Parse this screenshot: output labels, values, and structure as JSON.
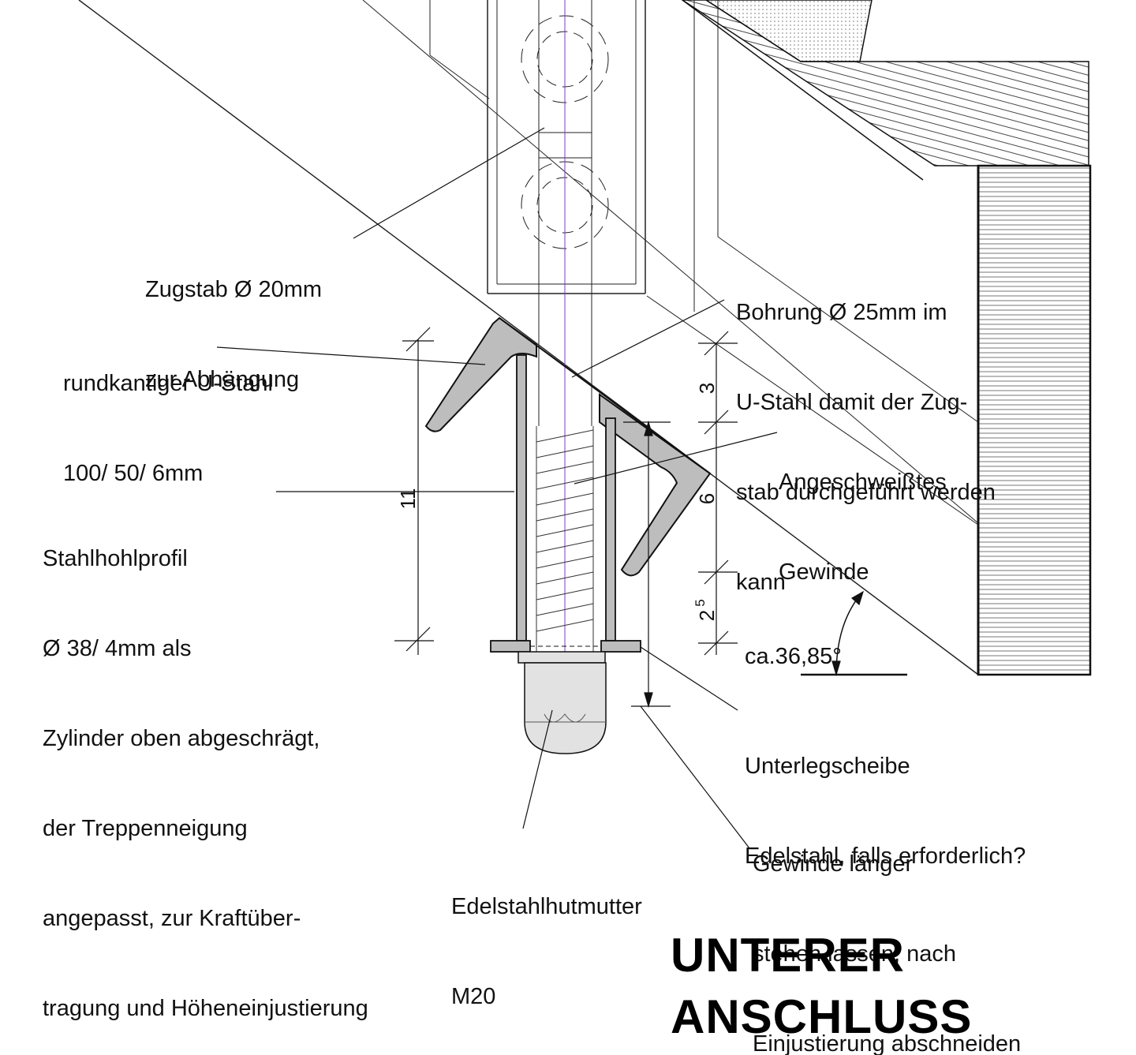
{
  "title": {
    "line1": "UNTERER",
    "line2": "ANSCHLUSS"
  },
  "labels": {
    "zugstab": [
      "Zugstab Ø 20mm",
      "zur Abhängung"
    ],
    "u_stahl": [
      "rundkantiger U-Stahl",
      "100/ 50/ 6mm"
    ],
    "bohrung": [
      "Bohrung Ø 25mm im",
      "U-Stahl damit der Zug-",
      "stab durchgeführt werden",
      "kann"
    ],
    "gewinde_geschweisst": [
      "Angeschweißtes",
      "Gewinde"
    ],
    "stahlhohlprofil": [
      "Stahlhohlprofil",
      "Ø 38/ 4mm als",
      "Zylinder oben abgeschrägt,",
      "der Treppenneigung",
      "angepasst, zur Kraftüber-",
      "tragung und Höheneinjustierung"
    ],
    "unterlegscheibe": [
      "Unterlegscheibe",
      "Edelstahl, falls erforderlich?"
    ],
    "gewinde_laenger": [
      "Gewinde länger",
      "stehen lassen, nach",
      "Einjustierung abschneiden"
    ],
    "hutmutter": [
      "Edelstahlhutmutter",
      "M20"
    ]
  },
  "dimensions": {
    "dim_11": "11",
    "dim_3": "3",
    "dim_6": "6",
    "dim_2": "2",
    "dim_5_sup": "5",
    "angle": "ca.36,85°"
  }
}
